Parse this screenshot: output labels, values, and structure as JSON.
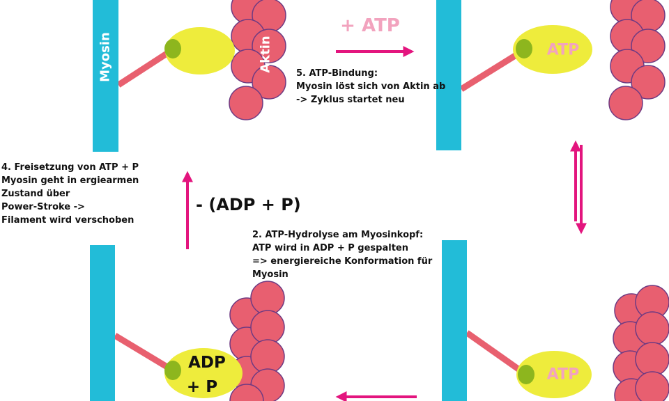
{
  "colors": {
    "myosin_filament": "#22BCD8",
    "myosin_neck": "#E8606F",
    "myosin_head": "#EEEC3C",
    "myosin_joint": "#8DB61E",
    "actin_fill": "#E85F70",
    "actin_stroke": "#6E3A82",
    "arrow": "#E3157E",
    "atp_label": "#F2A3BE",
    "text": "#111111"
  },
  "labels": {
    "myosin": "Myosin",
    "aktin": "Aktin",
    "atp_top": "ATP",
    "atp_bottom": "ATP",
    "adp_line1": "ADP",
    "adp_line2": "+ P"
  },
  "arrows": {
    "plus_atp": "+ ATP",
    "minus_adp_p": "- (ADP + P)"
  },
  "steps": {
    "step5": {
      "title": "5. ATP-Bindung:",
      "line1": "Myosin löst sich von Aktin ab",
      "line2": "-> Zyklus startet neu"
    },
    "step4": {
      "title": "4. Freisetzung von ATP + P",
      "line1": "Myosin geht in ergiearmen",
      "line2": "Zustand über",
      "line3": "Power-Stroke ->",
      "line4": "Filament wird verschoben"
    },
    "step2": {
      "title": "2. ATP-Hydrolyse am Myosinkopf:",
      "line1": "ATP wird in ADP + P gespalten",
      "line2": "=> energiereiche Konformation für",
      "line3": "Myosin"
    }
  }
}
